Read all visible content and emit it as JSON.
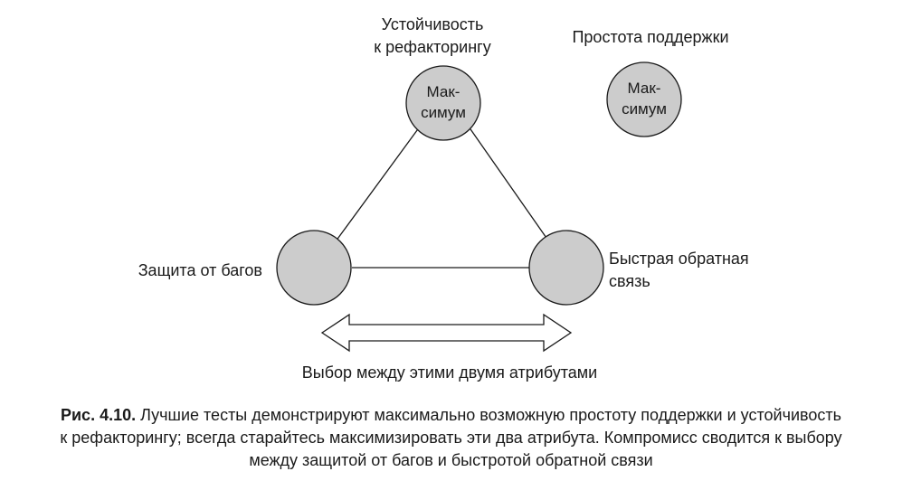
{
  "diagram": {
    "nodes": {
      "refactoring": {
        "label_line1": "Устойчивость",
        "label_line2": "к рефакторингу",
        "value_line1": "Мак-",
        "value_line2": "симум"
      },
      "maintainability": {
        "label": "Простота поддержки",
        "value_line1": "Мак-",
        "value_line2": "симум"
      },
      "protection": {
        "label": "Защита от багов"
      },
      "feedback": {
        "label_line1": "Быстрая обратная",
        "label_line2": "связь"
      }
    },
    "tradeoff_label": "Выбор между этими двумя атрибутами"
  },
  "caption": {
    "number": "Рис. 4.10.",
    "line1": " Лучшие тесты демонстрируют максимально возможную простоту поддержки и устойчивость",
    "line2": "к рефакторингу; всегда старайтесь максимизировать эти два атрибута. Компромисс сводится к выбору",
    "line3": "между защитой от багов и быстротой обратной связи"
  },
  "colors": {
    "node_fill": "#cccccc",
    "stroke": "#1a1a1a"
  }
}
